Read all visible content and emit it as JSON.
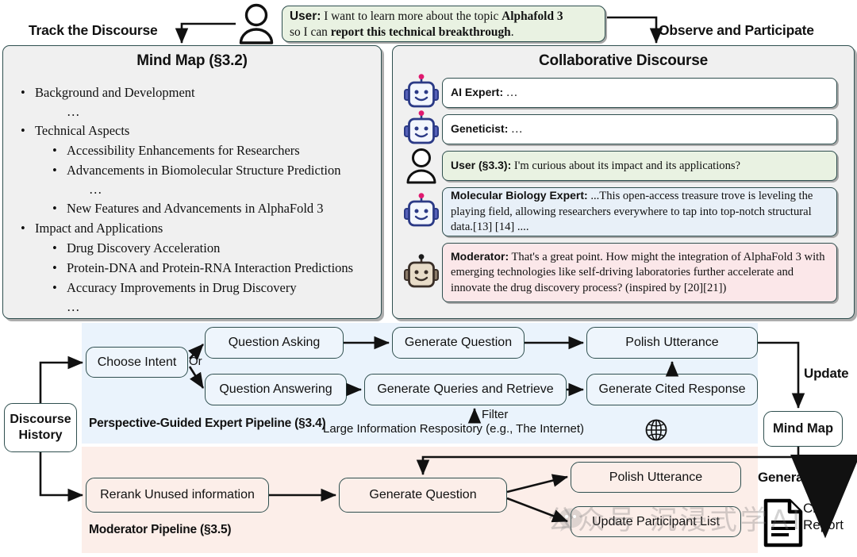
{
  "top": {
    "track_label": "Track the Discourse",
    "observe_label": "Observe and Participate",
    "user_avatar_icon": "user-person-icon",
    "user_bubble": {
      "speaker": "User:",
      "line1_rest": " I want to learn more about the topic ",
      "line1_bold": "Alphafold 3",
      "line2_pre": "so I can ",
      "line2_bold": "report this technical breakthrough",
      "line2_post": "."
    }
  },
  "mind_map": {
    "title": "Mind Map (§3.2)",
    "items": [
      {
        "level": 1,
        "text": "Background and Development"
      },
      {
        "level": "dots1",
        "text": "…"
      },
      {
        "level": 1,
        "text": "Technical Aspects"
      },
      {
        "level": 2,
        "text": "Accessibility Enhancements for Researchers"
      },
      {
        "level": 2,
        "text": "Advancements in Biomolecular Structure Prediction"
      },
      {
        "level": "dots2",
        "text": "…"
      },
      {
        "level": 2,
        "text": "New Features and Advancements in AlphaFold 3"
      },
      {
        "level": 1,
        "text": "Impact and Applications"
      },
      {
        "level": 2,
        "text": "Drug Discovery Acceleration"
      },
      {
        "level": 2,
        "text": "Protein-DNA and Protein-RNA Interaction Predictions"
      },
      {
        "level": 2,
        "text": "Accuracy Improvements in Drug Discovery"
      },
      {
        "level": "dots1",
        "text": "…"
      }
    ]
  },
  "discourse": {
    "title": "Collaborative Discourse",
    "messages": [
      {
        "avatar": "robot-blue-icon",
        "style": "white",
        "speaker": "AI Expert:",
        "text": " …"
      },
      {
        "avatar": "robot-blue-icon",
        "style": "white",
        "speaker": "Geneticist:",
        "text": " …"
      },
      {
        "avatar": "user-person-icon",
        "style": "green",
        "speaker": "User (§3.3):",
        "text": " I'm curious about its impact and its applications?"
      },
      {
        "avatar": "robot-blue-icon",
        "style": "blue",
        "speaker": "Molecular Biology Expert:",
        "text": " ...This open-access treasure trove is leveling the playing field, allowing researchers everywhere to tap into top-notch structural data.[13] [14] ...."
      },
      {
        "avatar": "robot-tan-icon",
        "style": "pink",
        "speaker": "Moderator:",
        "text": " That's a great point. How might the integration of AlphaFold 3 with emerging technologies like self-driving laboratories further accelerate and innovate the drug discovery process? (inspired by [20][21])"
      }
    ]
  },
  "pipeline": {
    "discourse_history": "Discourse\nHistory",
    "discourse_history_line1": "Discourse",
    "discourse_history_line2": "History",
    "expert_zone_label": "Perspective-Guided Expert Pipeline (§3.4)",
    "moderator_zone_label": "Moderator Pipeline (§3.5)",
    "expert_boxes": {
      "choose_intent": "Choose Intent",
      "or": "Or",
      "question_asking": "Question Asking",
      "question_answering": "Question Answering",
      "generate_question": "Generate Question",
      "generate_queries": "Generate Queries and Retrieve",
      "polish_utterance": "Polish Utterance",
      "generate_cited_response": "Generate Cited Response"
    },
    "filter_label": "Filter",
    "repository_label": "Large Information Respository (e.g., The Internet)",
    "globe_icon": "globe-icon",
    "update_label": "Update",
    "mind_map_node": "Mind Map",
    "generate_label": "Generate",
    "moderator_boxes": {
      "rerank": "Rerank Unused information",
      "generate_question": "Generate Question",
      "polish_utterance": "Polish Utterance",
      "update_participant_list": "Update Participant List"
    },
    "report": {
      "icon": "document-report-icon",
      "line1": "Cited",
      "line2": "Report"
    }
  },
  "watermark": {
    "text": "公众号  沉浸式学AI",
    "logo_icon": "wechat-icon"
  },
  "colors": {
    "panel_bg": "#f0f0f0",
    "border": "#2f4f4f",
    "expert_zone": "#eaf3fc",
    "moderator_zone": "#fceee9",
    "user_bubble": "#e9f2e2",
    "expert_bubble": "#e8f0f8",
    "moderator_bubble": "#fbe7e9",
    "robot_blue": "#2b3a86",
    "robot_tan": "#e8dcc8",
    "antenna_pink": "#e0196e"
  }
}
